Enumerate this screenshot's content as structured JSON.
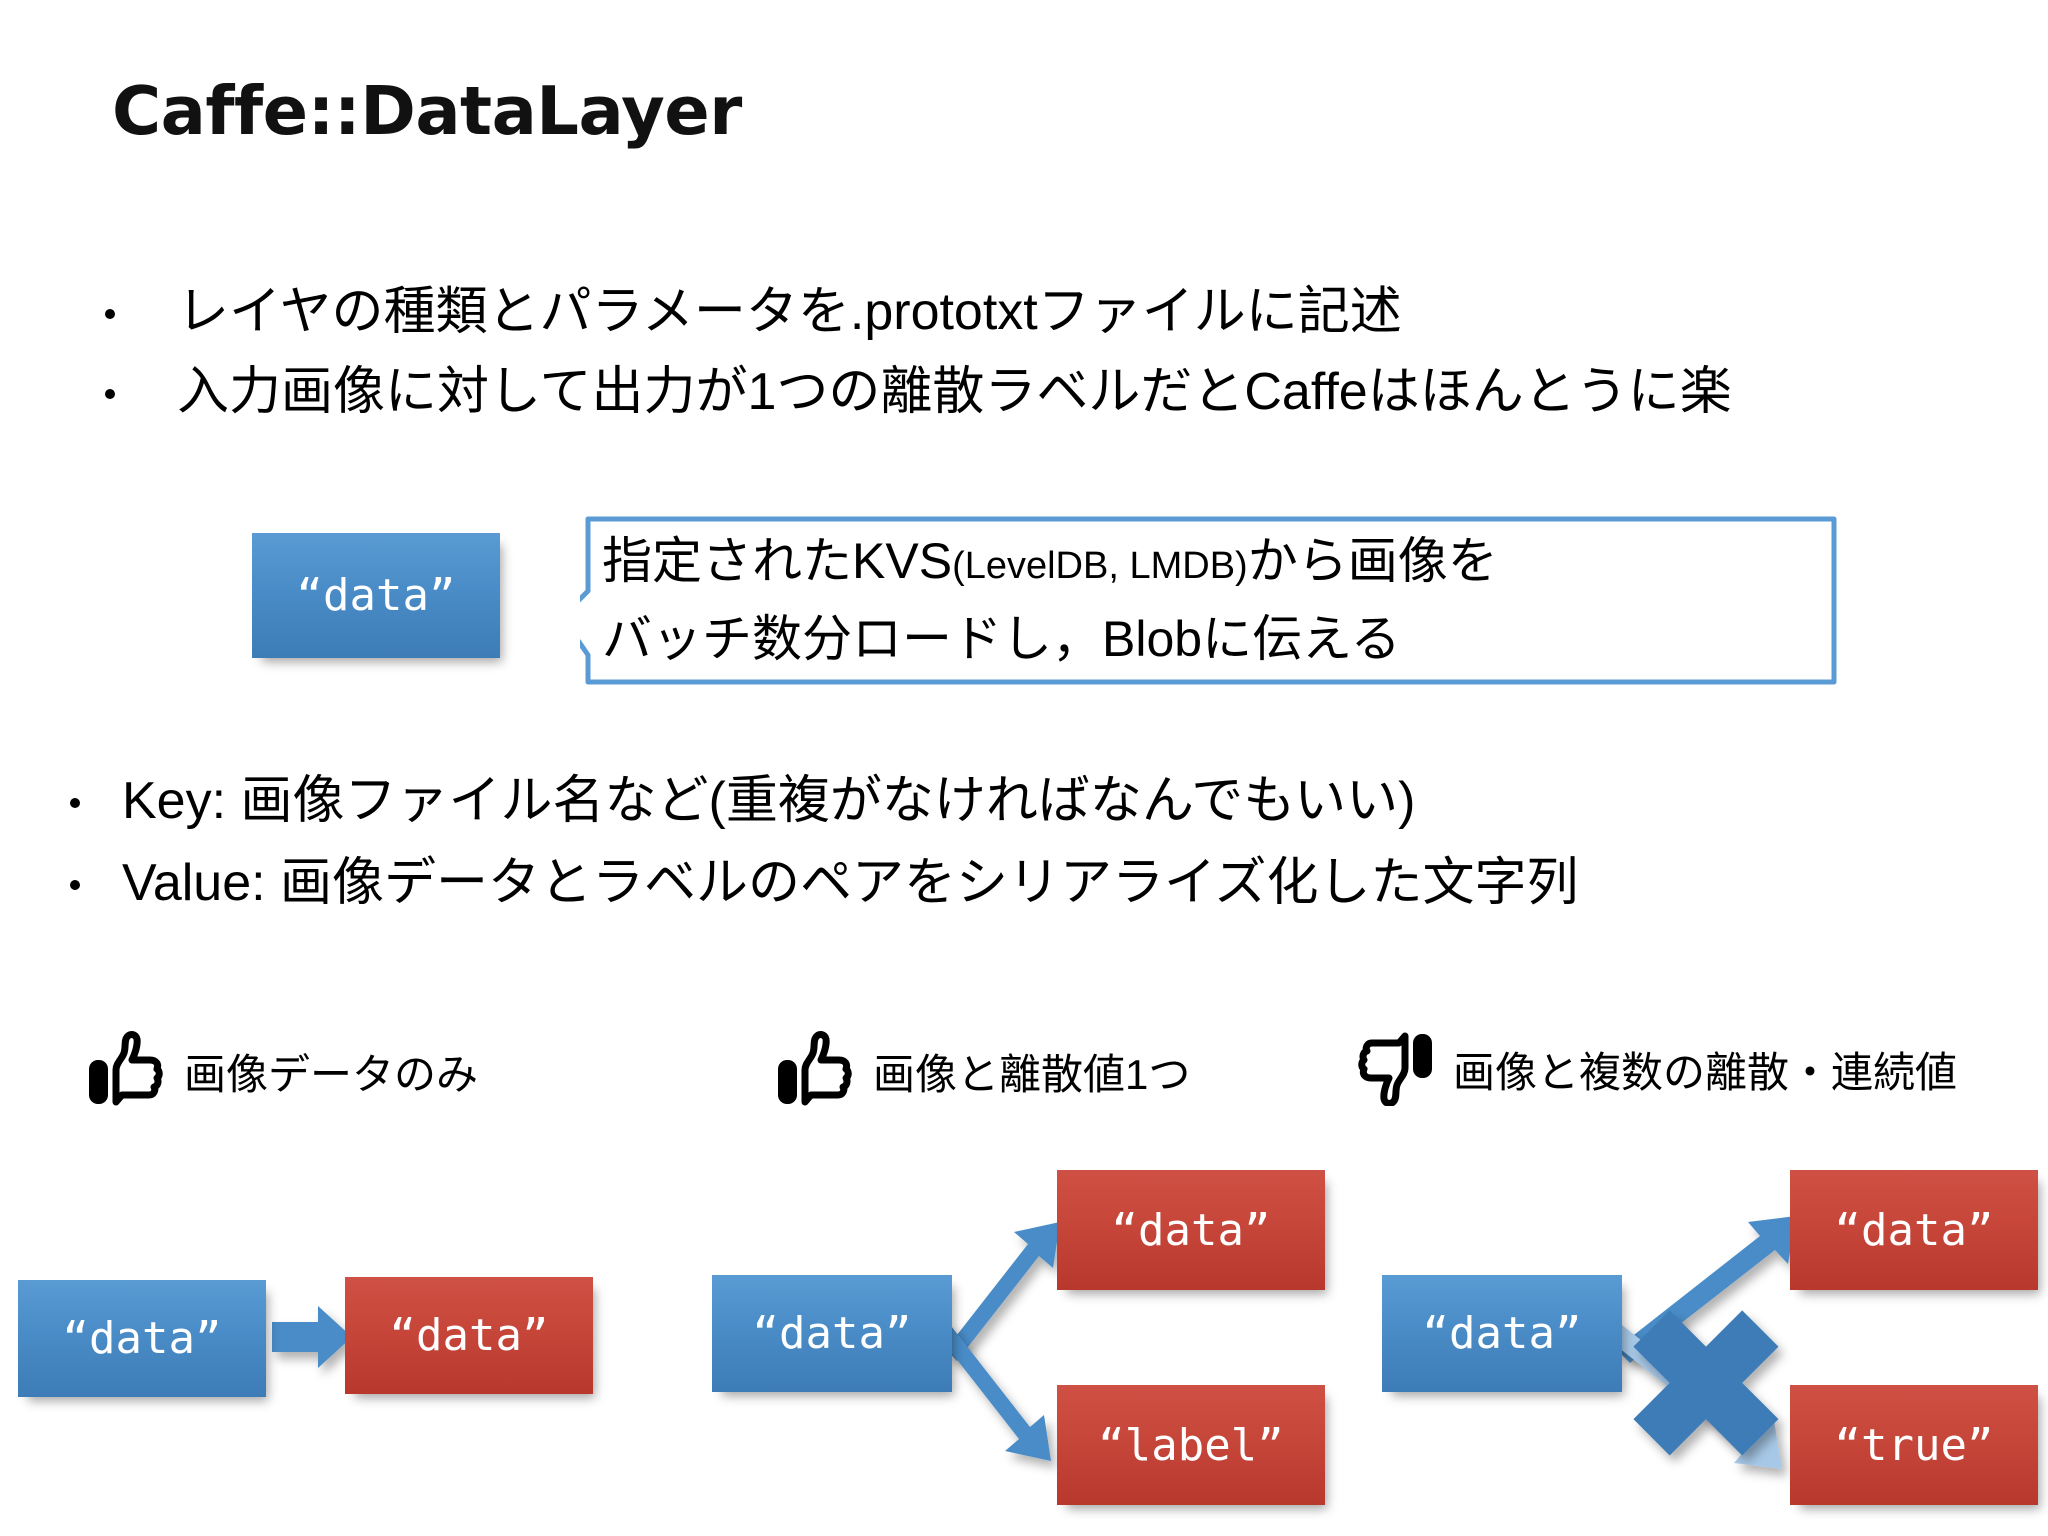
{
  "slide": {
    "title": "Caffe::DataLayer",
    "background_color": "#ffffff"
  },
  "colors": {
    "blue_node": "#4a8cc7",
    "red_node": "#c7463a",
    "arrow_blue": "#4a8cc7",
    "arrow_blue_faded": "#a7c8e7",
    "callout_border": "#5b9bd5",
    "text": "#000000"
  },
  "bullets_top": [
    {
      "marker": "•",
      "text": "レイヤの種類とパラメータを.prototxtファイルに記述"
    },
    {
      "marker": "•",
      "text": "入力画像に対して出力が1つの離散ラベルだとCaffeはほんとうに楽"
    }
  ],
  "callout_block": {
    "node_label": "“data”",
    "line1_a": "指定されたKVS",
    "line1_b": "(LevelDB, LMDB)",
    "line1_c": "から画像を",
    "line2": "バッチ数分ロードし，Blobに伝える"
  },
  "bullets_kv": [
    {
      "marker": "•",
      "text": "Key: 画像ファイル名など(重複がなければなんでもいい)"
    },
    {
      "marker": "•",
      "text": "Value: 画像データとラベルのペアをシリアライズ化した文字列"
    }
  ],
  "captions": [
    {
      "icon": "thumbs-up-icon",
      "text": "画像データのみ"
    },
    {
      "icon": "thumbs-up-icon",
      "text": "画像と離散値1つ"
    },
    {
      "icon": "thumbs-down-icon",
      "text": "画像と複数の離散・連続値"
    }
  ],
  "diagram": {
    "group1": {
      "source": "“data”",
      "targets": [
        "“data”"
      ],
      "blocked": false
    },
    "group2": {
      "source": "“data”",
      "targets": [
        "“data”",
        "“label”"
      ],
      "blocked": false
    },
    "group3": {
      "source": "“data”",
      "targets": [
        "“data”",
        "“true”"
      ],
      "blocked": true,
      "block_marker": "x-cross-icon"
    }
  }
}
